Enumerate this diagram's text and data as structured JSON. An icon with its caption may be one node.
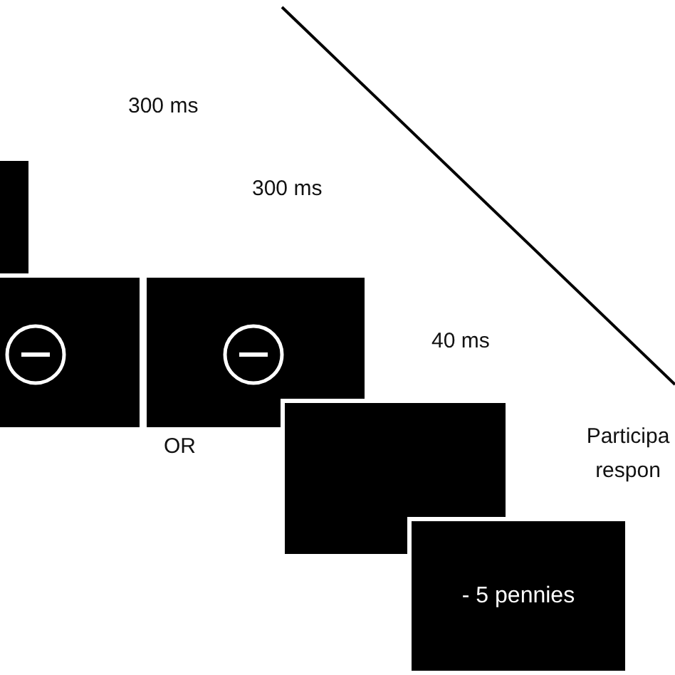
{
  "diagram": {
    "nodes": [
      {
        "text": [],
        "shape": "box"
      },
      {
        "text": [],
        "shape": "box"
      },
      {
        "text": [],
        "shape": "box"
      },
      {
        "text": [],
        "shape": "box"
      },
      {
        "text": [
          "- 5 pennies"
        ]
      }
    ],
    "edges": [],
    "labels": [
      "300 ms",
      "300 ms",
      "40 ms",
      "OR",
      "Participa respon"
    ]
  }
}
